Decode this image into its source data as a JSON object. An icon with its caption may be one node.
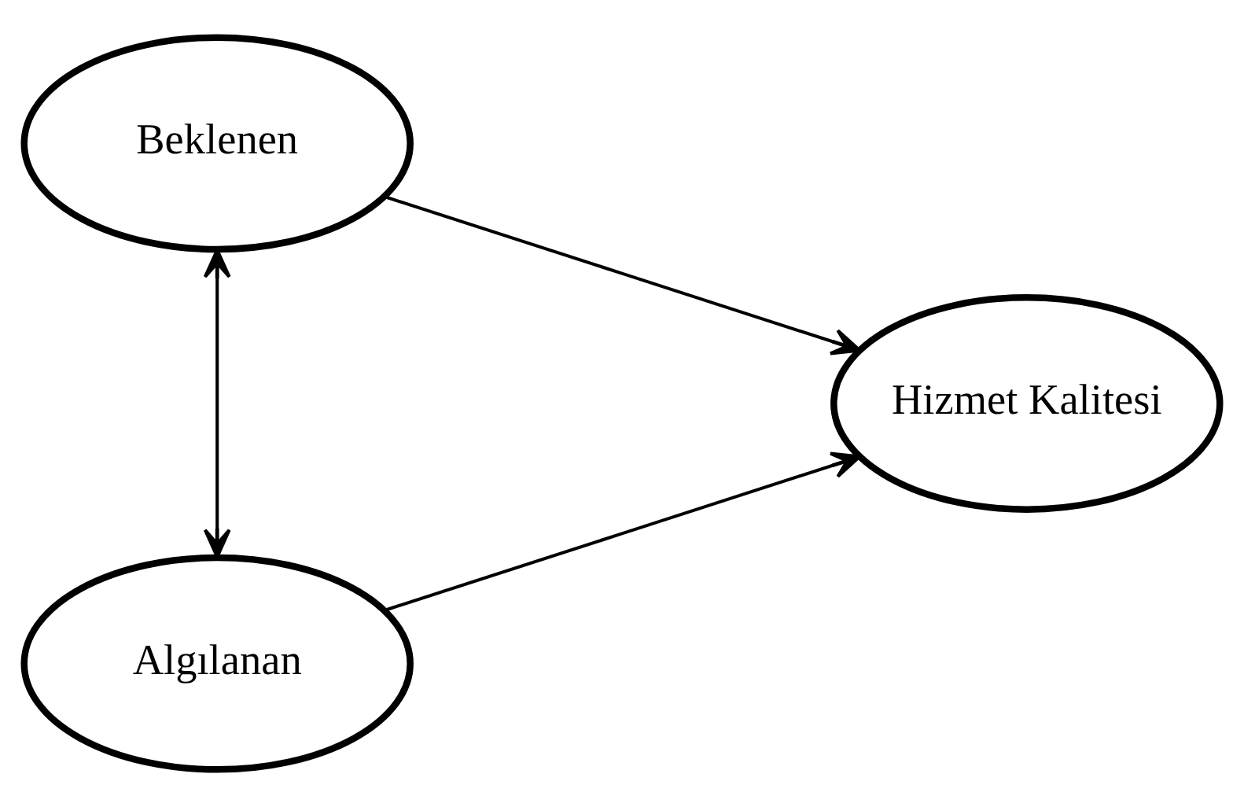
{
  "diagram": {
    "nodes": [
      {
        "text": [
          "Beklenen"
        ]
      },
      {
        "text": [
          "Algılanan"
        ]
      },
      {
        "text": [
          "Hizmet Kalitesi"
        ]
      }
    ],
    "edges": [
      {
        "from": 0,
        "to": 2,
        "arrow": "to"
      },
      {
        "from": 1,
        "to": 2,
        "arrow": "to"
      },
      {
        "from": 0,
        "to": 1,
        "arrow": "both"
      }
    ]
  }
}
